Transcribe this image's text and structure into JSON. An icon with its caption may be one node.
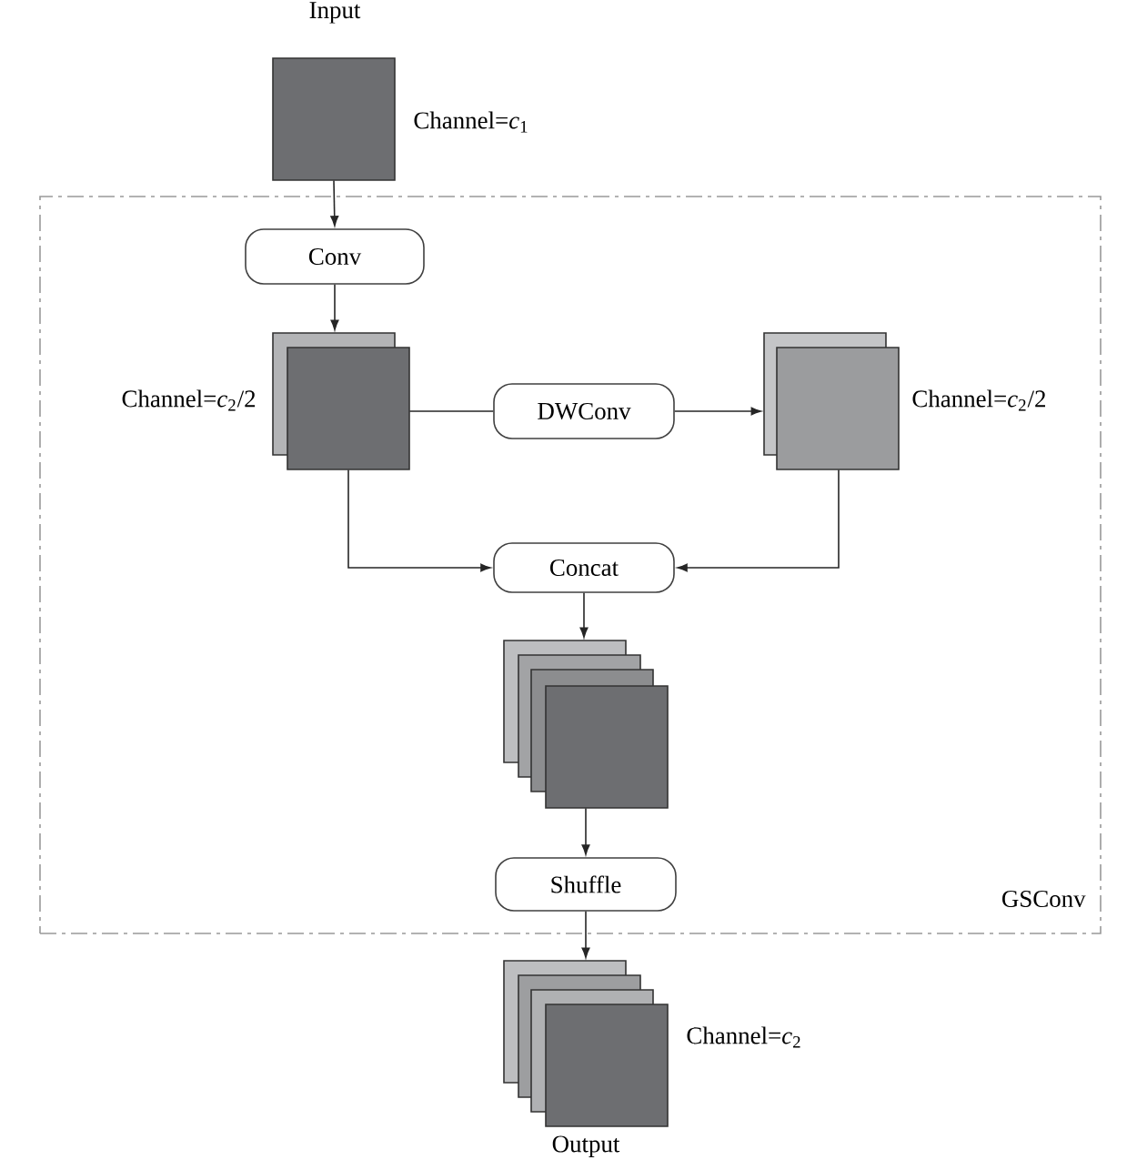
{
  "diagram": {
    "nodes": [
      {
        "text": [
          "Input"
        ],
        "beside": [
          "Channel=*c*$_{1}$"
        ]
      },
      {
        "text": [
          "GSConv"
        ]
      },
      {
        "text": [
          "Conv"
        ],
        "in": 1
      },
      {
        "text": [],
        "shape": "box",
        "in": 1,
        "beside": [
          "Channel=*c*$_{2}$/2"
        ]
      },
      {
        "text": [
          "DWConv"
        ],
        "in": 1
      },
      {
        "text": [],
        "shape": "box",
        "in": 1,
        "beside": [
          "Channel=*c*$_{2}$/2"
        ]
      },
      {
        "text": [
          "Concat"
        ],
        "in": 1
      },
      {
        "text": [],
        "shape": "box",
        "in": 1
      },
      {
        "text": [
          "Shuffle"
        ],
        "in": 1
      },
      {
        "text": [
          "Output"
        ],
        "beside": [
          "Channel=*c*$_{2}$"
        ]
      }
    ],
    "edges": [
      {
        "from": 0,
        "to": 2,
        "arrow": "to"
      },
      {
        "from": 2,
        "to": 3,
        "arrow": "to"
      },
      {
        "from": 3,
        "to": 4,
        "arrow": "none"
      },
      {
        "from": 4,
        "to": 5,
        "arrow": "to"
      },
      {
        "from": 3,
        "to": 6,
        "arrow": "to"
      },
      {
        "from": 5,
        "to": 6,
        "arrow": "to"
      },
      {
        "from": 6,
        "to": 7,
        "arrow": "to"
      },
      {
        "from": 7,
        "to": 8,
        "arrow": "to"
      },
      {
        "from": 8,
        "to": 9,
        "arrow": "to"
      }
    ]
  }
}
